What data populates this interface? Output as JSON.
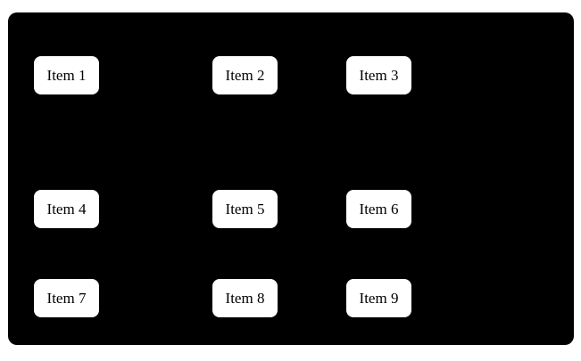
{
  "container": {
    "background_color": "#000000",
    "item_background_color": "#ffffff",
    "item_text_color": "#000000"
  },
  "items": [
    {
      "label": "Item 1"
    },
    {
      "label": "Item 2"
    },
    {
      "label": "Item 3"
    },
    {
      "label": "Item 4"
    },
    {
      "label": "Item 5"
    },
    {
      "label": "Item 6"
    },
    {
      "label": "Item 7"
    },
    {
      "label": "Item 8"
    },
    {
      "label": "Item 9"
    }
  ]
}
